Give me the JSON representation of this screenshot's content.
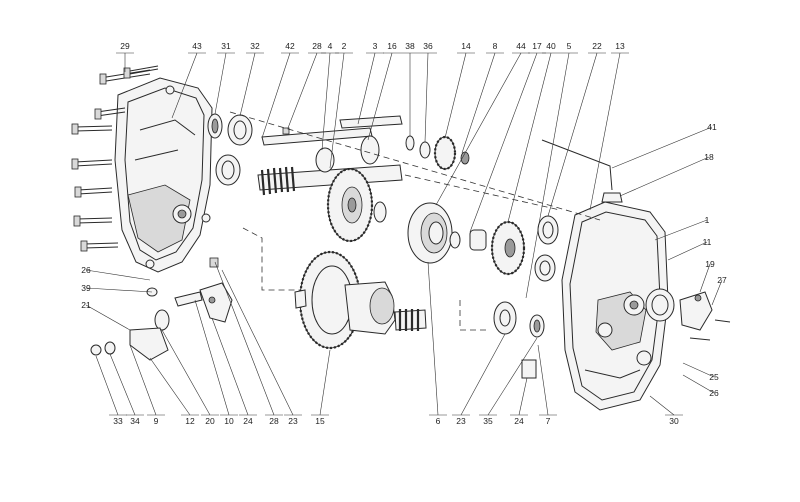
{
  "top_labels": [
    "29",
    "43",
    "31",
    "32",
    "42",
    "28",
    "4",
    "2",
    "3",
    "16",
    "38",
    "36",
    "14",
    "8",
    "44",
    "17",
    "40",
    "5",
    "22",
    "13"
  ],
  "right_labels": [
    "41",
    "18",
    "1",
    "11",
    "19",
    "27"
  ],
  "left_labels": [
    "26",
    "39",
    "21"
  ],
  "bottom_labels": [
    "33",
    "34",
    "9",
    "12",
    "20",
    "10",
    "24",
    "28",
    "23",
    "15",
    "6",
    "23",
    "35",
    "24",
    "7",
    "30",
    "25",
    "26"
  ]
}
